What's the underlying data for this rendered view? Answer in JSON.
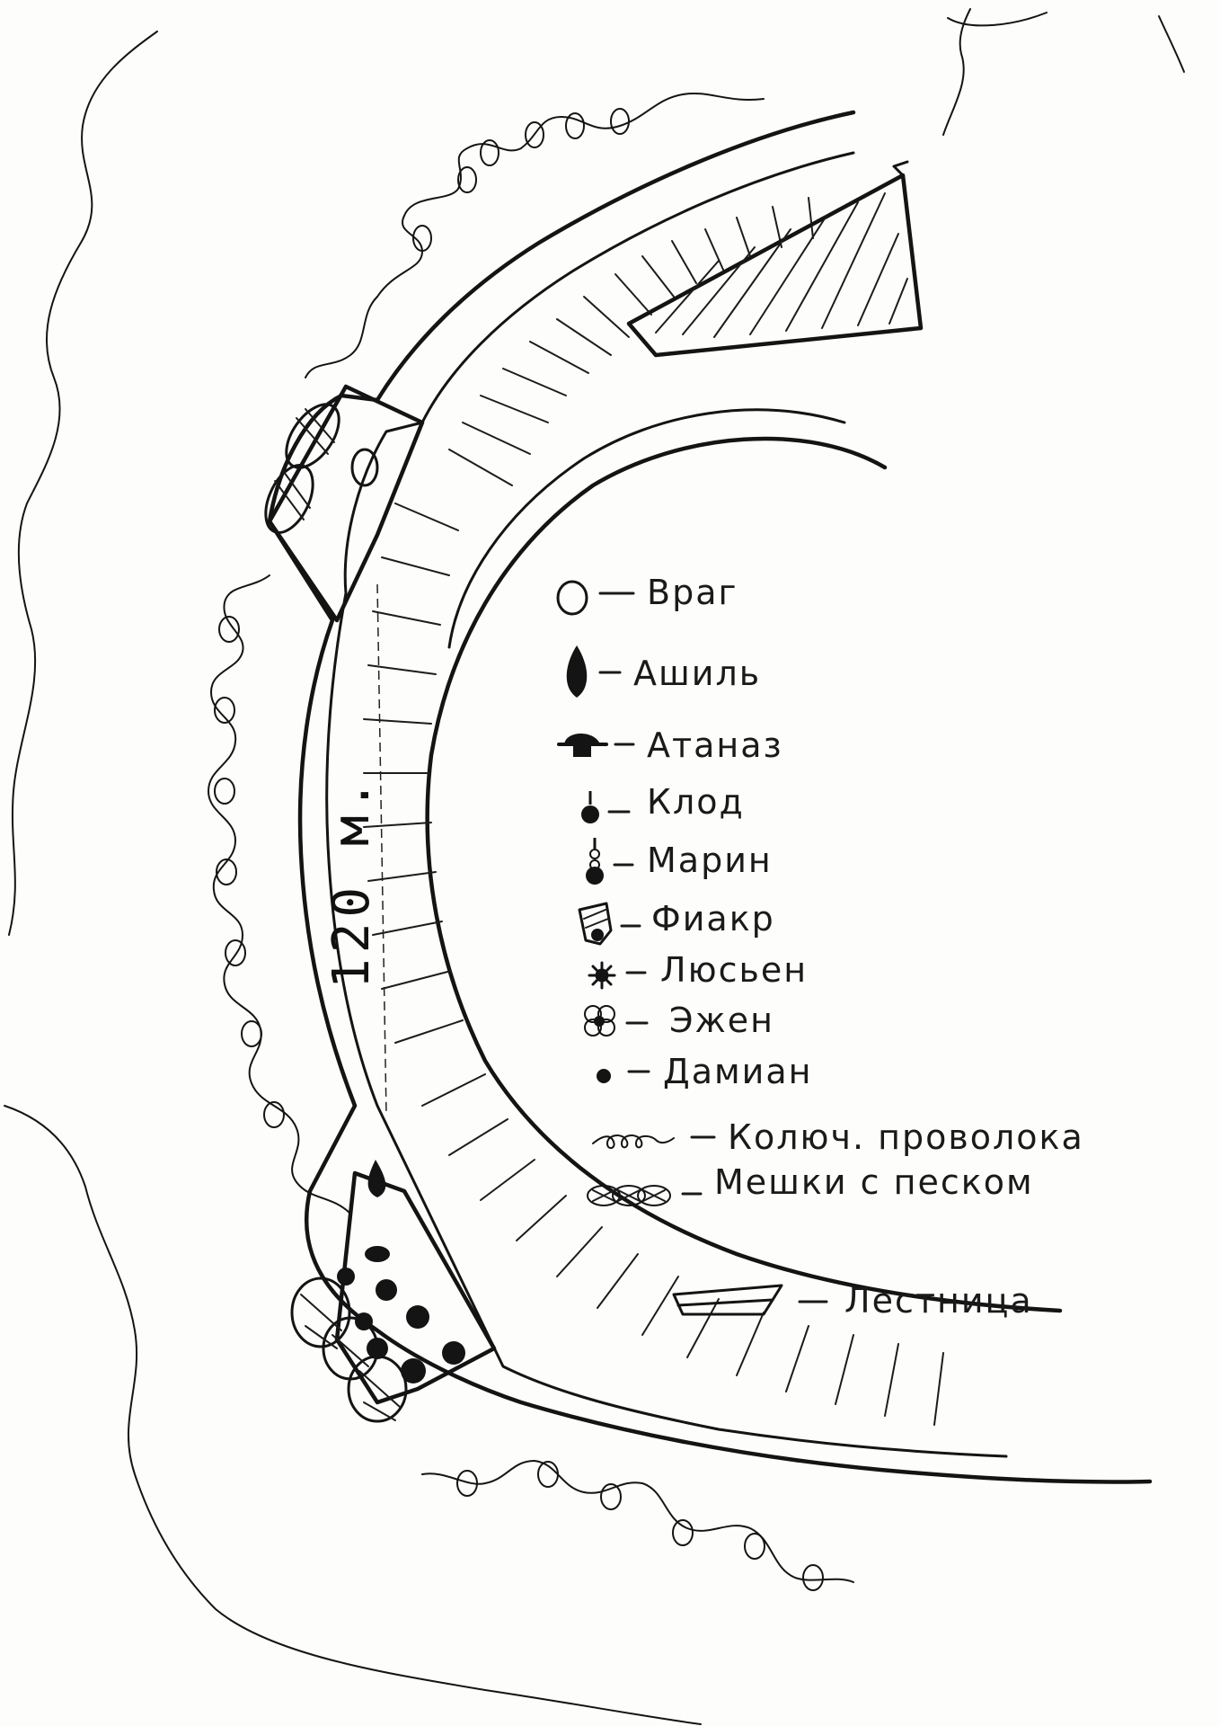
{
  "scale_label": "120 м.",
  "legend": [
    {
      "symbol": "enemy-circle-icon",
      "label": "Враг"
    },
    {
      "symbol": "drop-icon",
      "label": "Ашиль"
    },
    {
      "symbol": "helmet-icon",
      "label": "Атаназ"
    },
    {
      "symbol": "small-drop-icon",
      "label": "Клод"
    },
    {
      "symbol": "chain-drop-icon",
      "label": "Марин"
    },
    {
      "symbol": "hatched-drop-icon",
      "label": "Фиакр"
    },
    {
      "symbol": "spark-icon",
      "label": "Люсьен"
    },
    {
      "symbol": "flower-icon",
      "label": "Эжен"
    },
    {
      "symbol": "dot-icon",
      "label": "Дамиан"
    },
    {
      "symbol": "barbed-wire-icon",
      "label": "Колюч. проволока"
    },
    {
      "symbol": "sandbags-icon",
      "label": "Мешки с песком"
    },
    {
      "symbol": "ladder-icon",
      "label": "Лестница"
    }
  ]
}
